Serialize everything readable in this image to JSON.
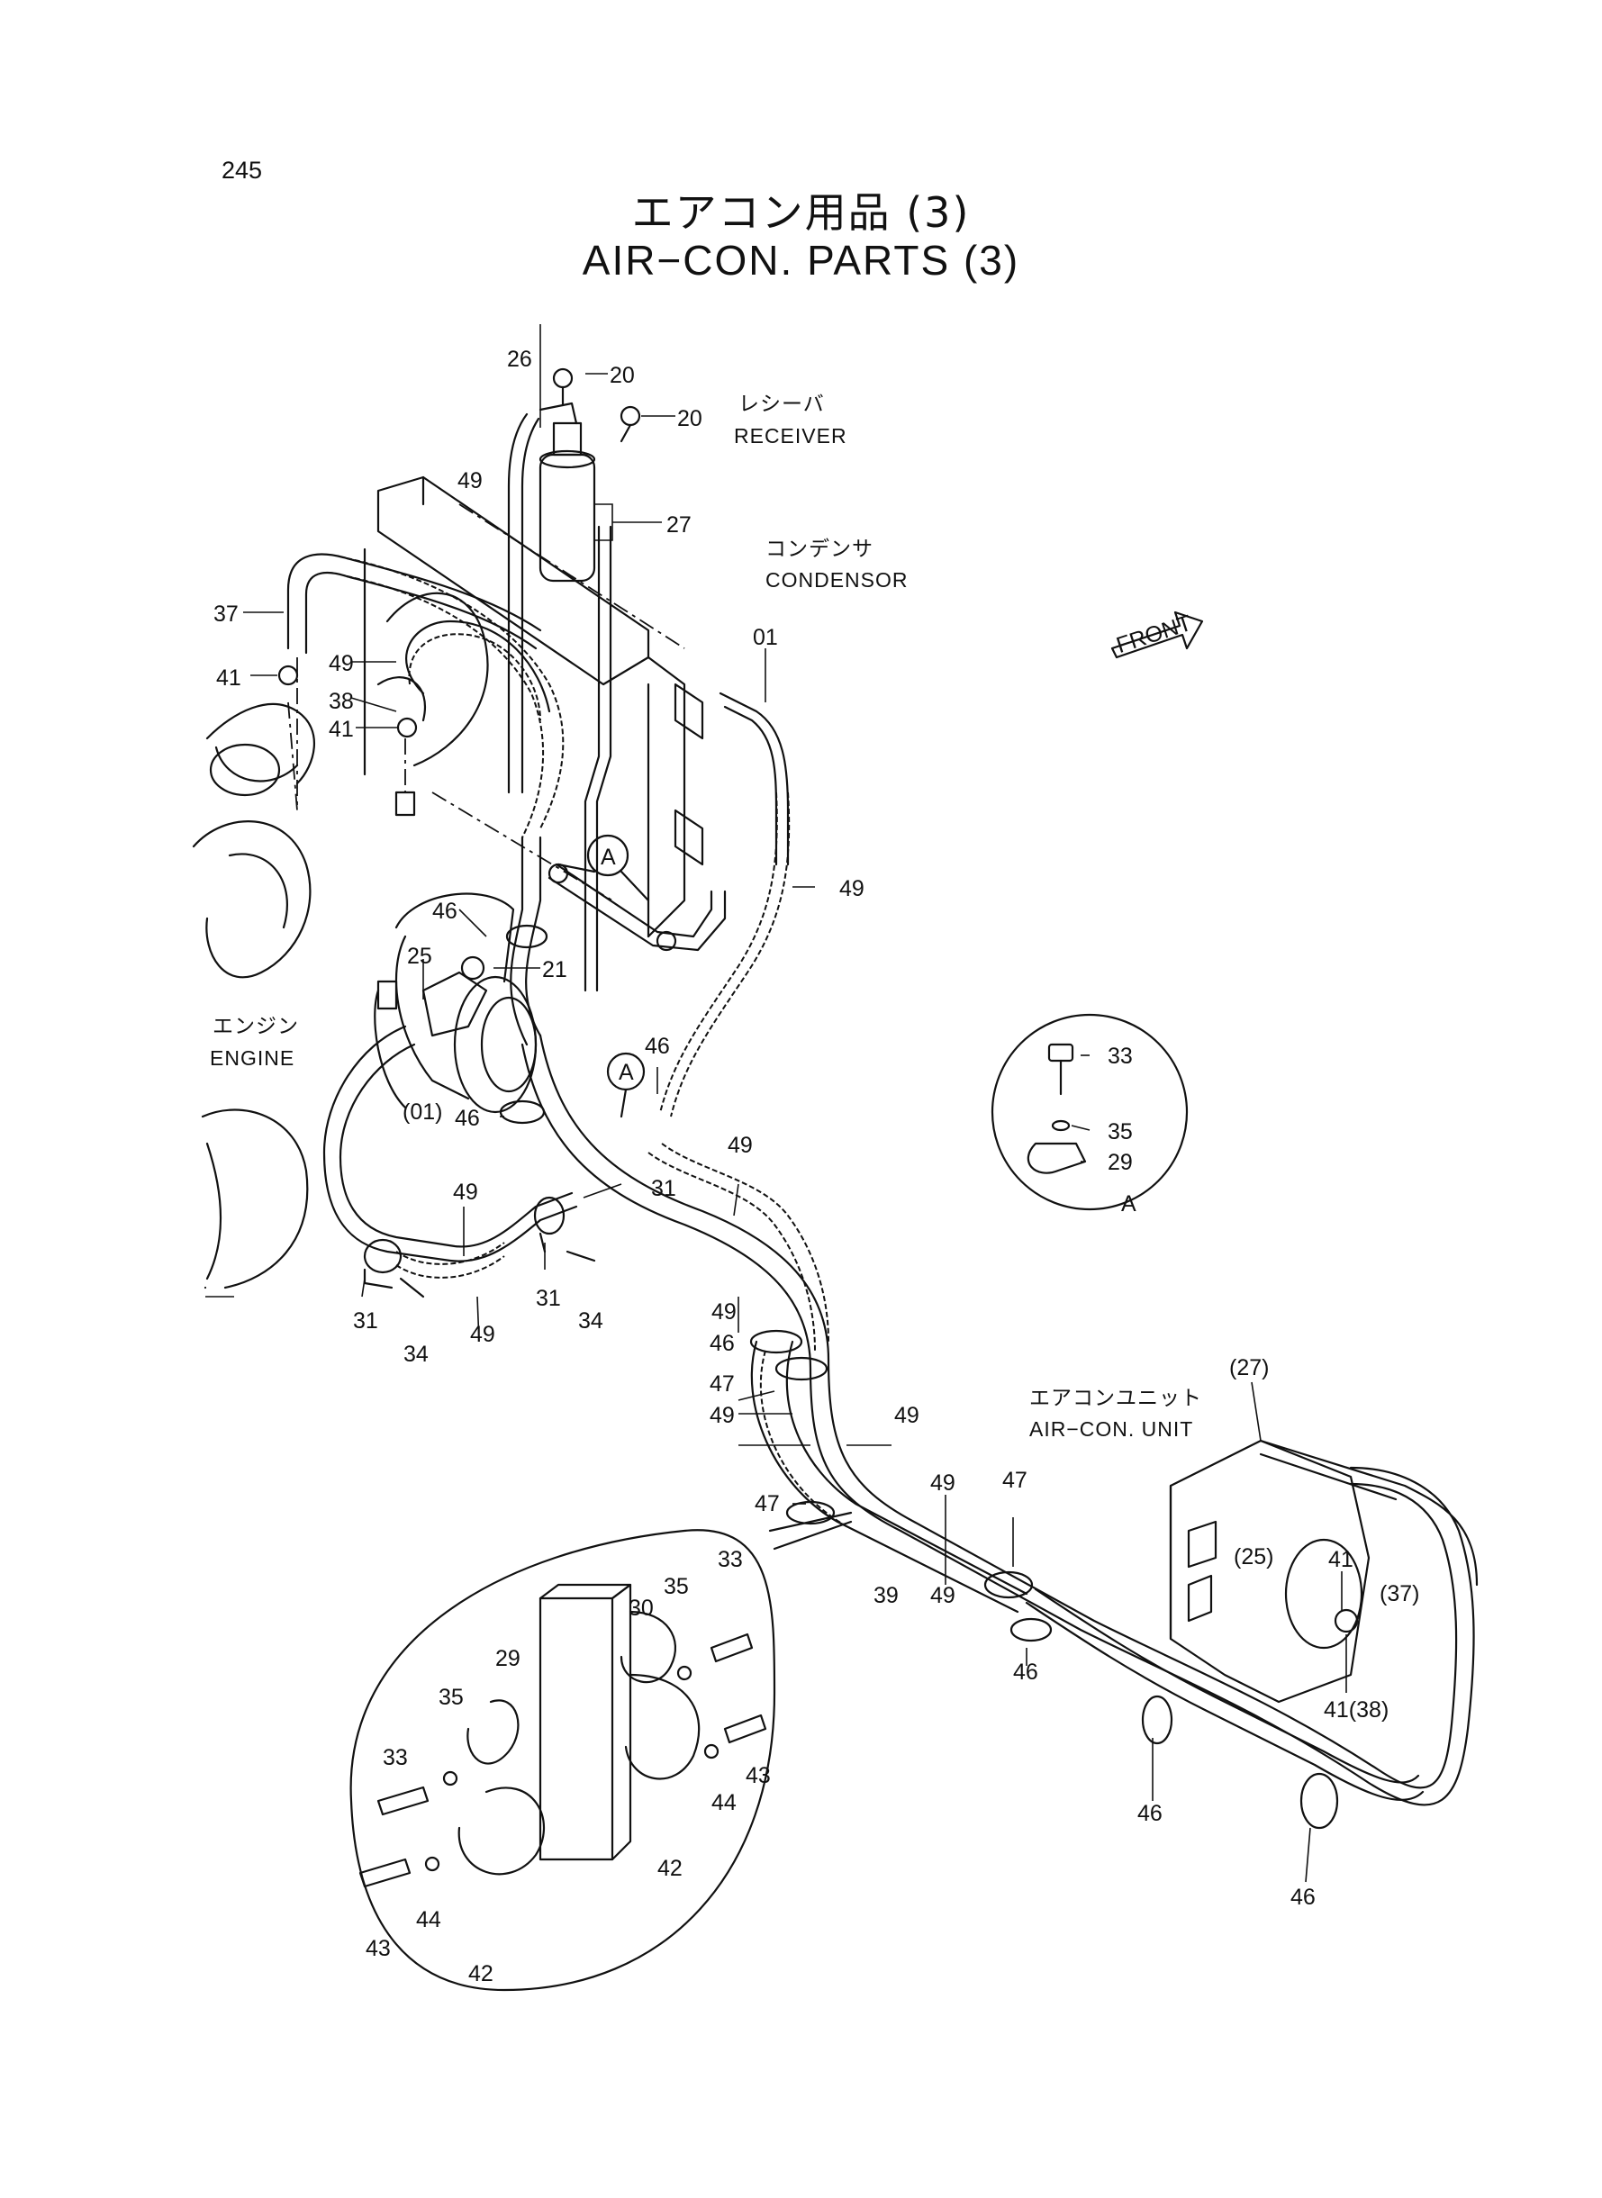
{
  "page_number": "245",
  "title_jp": "エアコン用品 (3)",
  "title_en": "AIR−CON. PARTS (3)",
  "components": {
    "receiver_jp": "レシーバ",
    "receiver_en": "RECEIVER",
    "condensor_jp": "コンデンサ",
    "condensor_en": "CONDENSOR",
    "engine_jp": "エンジン",
    "engine_en": "ENGINE",
    "aircon_unit_jp": "エアコンユニット",
    "aircon_unit_en": "AIR−CON. UNIT",
    "front": "FRONT"
  },
  "callouts": {
    "detail_a": "A",
    "detail_a_caption": "A"
  },
  "part_numbers": {
    "p26": "26",
    "p20a": "20",
    "p20b": "20",
    "p49a": "49",
    "p27": "27",
    "p37": "37",
    "p01": "01",
    "p41a": "41",
    "p49b": "49",
    "p38": "38",
    "p41b": "41",
    "p49c": "49",
    "p46a": "46",
    "p25": "25",
    "p21": "21",
    "p46b": "46",
    "p01p": "(01)",
    "p46c": "46",
    "p49d": "49",
    "p31a": "31",
    "p49e": "49",
    "p31b": "31",
    "p31c": "31",
    "p34a": "34",
    "p49f": "49",
    "p34b": "34",
    "p49g": "49",
    "p46d": "46",
    "p47a": "47",
    "p49h": "49",
    "p49i": "49",
    "p47b": "47",
    "p39": "39",
    "p49j": "49",
    "p49k": "49",
    "p47c": "47",
    "p46e": "46",
    "p46f": "46",
    "p46g": "46",
    "p27p": "(27)",
    "p25p": "(25)",
    "p41c": "41",
    "p37p": "(37)",
    "p41_38": "41(38)",
    "a33": "33",
    "a35": "35",
    "a29": "29",
    "d33a": "33",
    "d35a": "35",
    "d29": "29",
    "d30": "30",
    "d35b": "35",
    "d33b": "33",
    "d43a": "43",
    "d44a": "44",
    "d42a": "42",
    "d43b": "43",
    "d44b": "44",
    "d42b": "42"
  }
}
